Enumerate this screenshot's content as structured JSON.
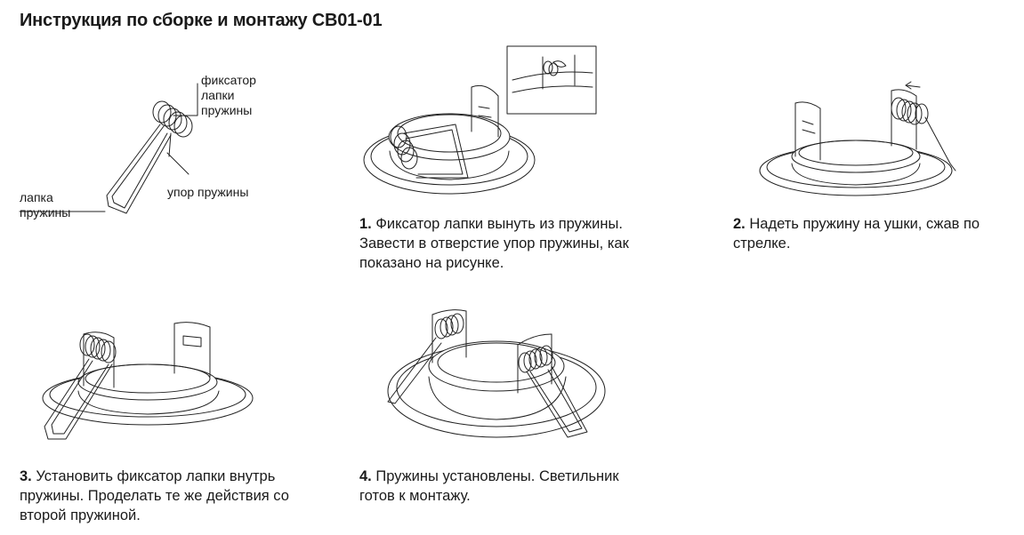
{
  "page_title": "Инструкция по сборке и монтажу CB01-01",
  "labels": {
    "latch": "фиксатор\nлапки\nпружины",
    "stop": "упор пружины",
    "arm": "лапка\nпружины"
  },
  "steps": [
    {
      "num": "1.",
      "text": "Фиксатор лапки вынуть из пружины. Завести в отверстие упор пружины, как показано на рисунке."
    },
    {
      "num": "2.",
      "text": "Надеть пружину на ушки, сжав по стрелке."
    },
    {
      "num": "3.",
      "text": "Установить фиксатор лапки внутрь пружины. Проделать те же действия со второй пружиной."
    },
    {
      "num": "4.",
      "text": "Пружины установлены. Светильник готов к монтажу."
    }
  ]
}
